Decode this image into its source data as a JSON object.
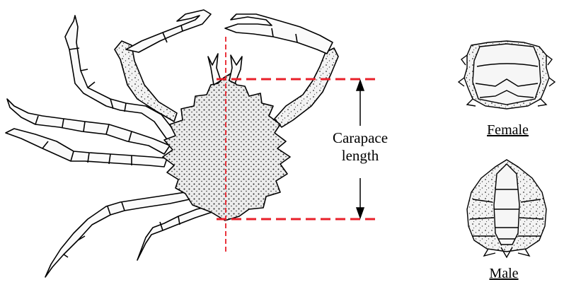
{
  "measurement": {
    "line1": "Carapace",
    "line2": "length",
    "line_color": "#e8202a"
  },
  "inset_female": {
    "label": "Female"
  },
  "inset_male": {
    "label": "Male"
  },
  "colors": {
    "ink": "#000000",
    "shell_fill": "#f4f4f4"
  }
}
